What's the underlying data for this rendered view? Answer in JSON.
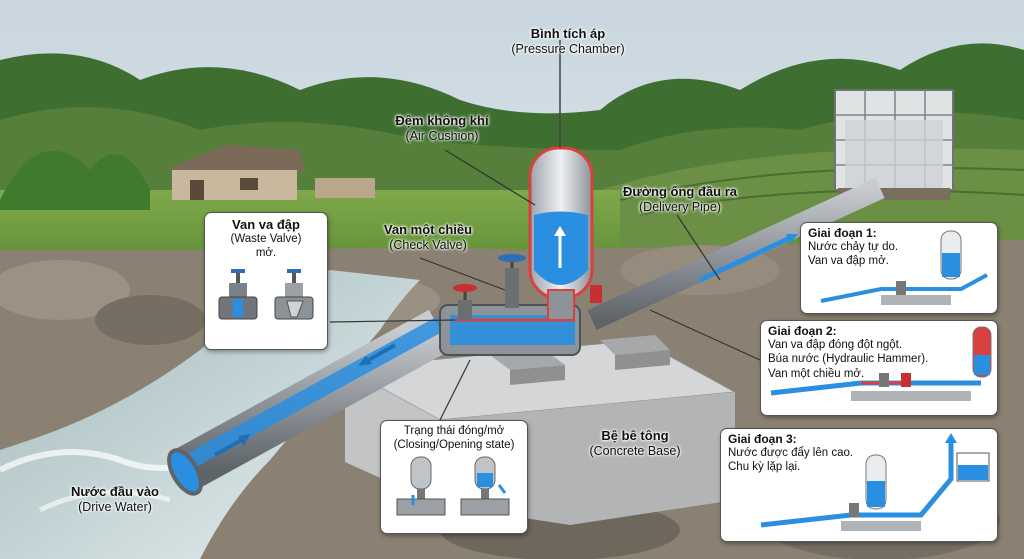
{
  "labels": {
    "pressure_chamber": {
      "vi": "Bình tích áp",
      "en": "(Pressure Chamber)"
    },
    "air_cushion": {
      "vi": "Đệm không khí",
      "en": "(Air Cushion)"
    },
    "delivery_pipe": {
      "vi": "Đường ống đầu ra",
      "en": "(Delivery Pipe)"
    },
    "check_valve": {
      "vi": "Van một chiều",
      "en": "(Check Valve)"
    },
    "concrete_base": {
      "vi": "Bệ bê tông",
      "en": "(Concrete Base)"
    },
    "drive_water": {
      "vi": "Nước đầu vào",
      "en": "(Drive Water)"
    }
  },
  "waste_valve_box": {
    "title": "Van va đập",
    "subtitle": "(Waste Valve)",
    "state": "mở."
  },
  "closing_box": {
    "line1": "Trạng thái đóng/mở",
    "line2": "(Closing/Opening state)"
  },
  "stages": [
    {
      "title": "Giai đoạn 1:",
      "line1": "Nước chảy tự do.",
      "line2": "Van va đập mở.",
      "line3": ""
    },
    {
      "title": "Giai đoạn 2:",
      "line1": "Van va đập đóng đột ngột.",
      "line2": "Búa nước (Hydraulic Hammer).",
      "line3": "Van một chiều mở."
    },
    {
      "title": "Giai đoạn 3:",
      "line1": "Nước được đẩy lên cao.",
      "line2": "Chu kỳ lặp lại.",
      "line3": ""
    }
  ],
  "colors": {
    "water": "#2a8fe0",
    "hammer": "#d94040",
    "pipe": "#8e9399",
    "concrete": "#c9cacb",
    "sky": "#dfe8ee",
    "hill": "#4d7d3b"
  }
}
